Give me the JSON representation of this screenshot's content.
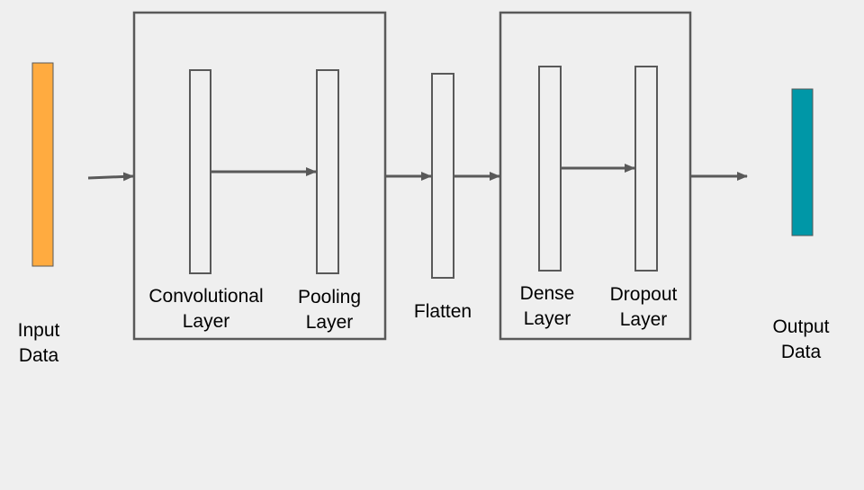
{
  "colors": {
    "background": "#efefef",
    "stroke": "#595959",
    "input_bar": "#ffab40",
    "output_bar": "#0097a7",
    "layer_fill": "#efefef"
  },
  "diagram": {
    "input": {
      "label_line1": "Input",
      "label_line2": "Data"
    },
    "conv_block": {
      "conv": {
        "label_line1": "Convolutional",
        "label_line2": "Layer"
      },
      "pool": {
        "label_line1": "Pooling",
        "label_line2": "Layer"
      }
    },
    "flatten": {
      "label": "Flatten"
    },
    "dense_block": {
      "dense": {
        "label_line1": "Dense",
        "label_line2": "Layer"
      },
      "dropout": {
        "label_line1": "Dropout",
        "label_line2": "Layer"
      }
    },
    "output": {
      "label_line1": "Output",
      "label_line2": "Data"
    }
  }
}
